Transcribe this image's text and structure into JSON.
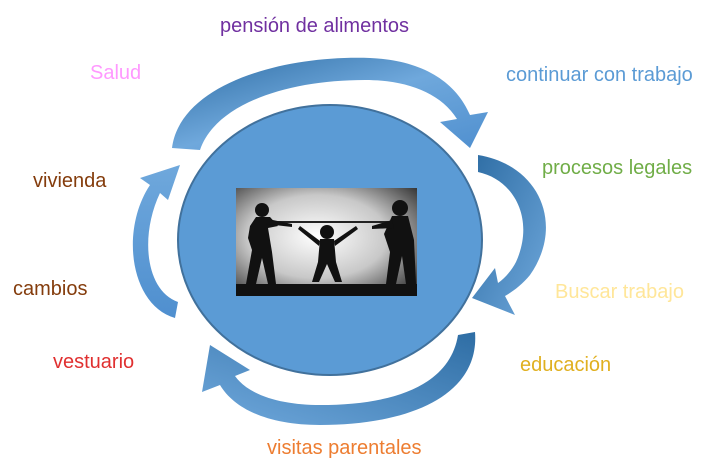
{
  "labels": {
    "pension": {
      "text": "pensión de alimentos",
      "color": "#7030a0"
    },
    "salud": {
      "text": "Salud",
      "color": "#ff99ff"
    },
    "continuar": {
      "text": "continuar con trabajo",
      "color": "#5b9bd5"
    },
    "vivienda": {
      "text": "vivienda",
      "color": "#843c0c"
    },
    "procesos": {
      "text": "procesos legales",
      "color": "#70ad47"
    },
    "cambios": {
      "text": "cambios",
      "color": "#843c0c"
    },
    "buscar": {
      "text": "Buscar trabajo",
      "color": "#ffe699"
    },
    "vestuario": {
      "text": "vestuario",
      "color": "#e03030"
    },
    "educacion": {
      "text": "educación",
      "color": "#e0b020"
    },
    "visitas": {
      "text": "visitas parentales",
      "color": "#ed7d31"
    }
  },
  "colors": {
    "circle_fill": "#5b9bd5",
    "circle_stroke": "#41719c",
    "arrow_light": "#6fa8dc",
    "arrow_dark": "#2e6da4"
  },
  "center_image": {
    "icon": "tug-of-war-silhouette-icon"
  }
}
